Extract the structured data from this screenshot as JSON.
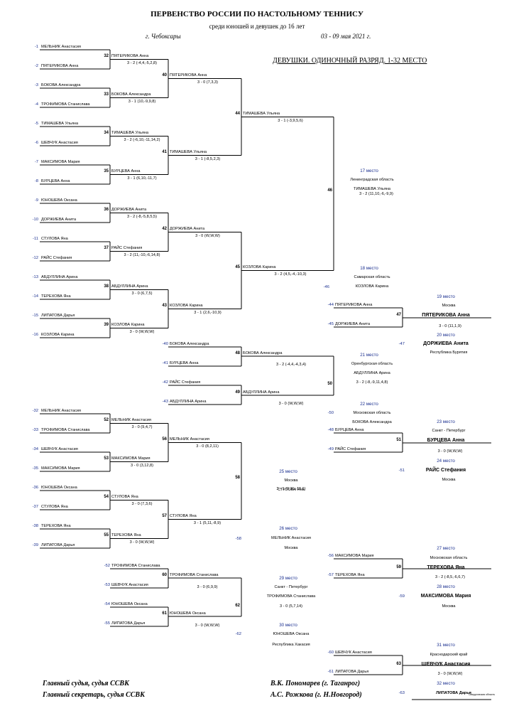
{
  "header": {
    "title": "ПЕРВЕНСТВО РОССИИ ПО НАСТОЛЬНОМУ ТЕННИСУ",
    "subtitle": "среди юношей и девушек до 16 лет",
    "city": "г. Чебоксары",
    "dates": "03 - 09 мая 2021 г.",
    "event": "ДЕВУШКИ. ОДИНОЧНЫЙ РАЗРЯД. 1-32 МЕСТО"
  },
  "seeds": [
    {
      "num": "-1",
      "name": "МЕЛЬНИК Анастасия"
    },
    {
      "num": "-2",
      "name": "ПЯТЕРИКОВА Анна"
    },
    {
      "num": "-3",
      "name": "БОКОВА Александра"
    },
    {
      "num": "-4",
      "name": "ТРОФИМОВА Станислава"
    },
    {
      "num": "-5",
      "name": "ТИМАШЕВА Ульяна"
    },
    {
      "num": "-6",
      "name": "ШЕВЧУК Анастасия"
    },
    {
      "num": "-7",
      "name": "МАКСИМОВА Мария"
    },
    {
      "num": "-8",
      "name": "БУРЦЕВА Анна"
    },
    {
      "num": "-9",
      "name": "ЮНОШЕВА Оксана"
    },
    {
      "num": "-10",
      "name": "ДОРЖИЕВА Анита"
    },
    {
      "num": "-11",
      "name": "СТУЛОВА Яна"
    },
    {
      "num": "-12",
      "name": "РАЙС Стефания"
    },
    {
      "num": "-13",
      "name": "АБДУЛЛИНА Арина"
    },
    {
      "num": "-14",
      "name": "ТЕРЕХОВА Яна"
    },
    {
      "num": "-15",
      "name": "ЛИПАТОВА Дарья"
    },
    {
      "num": "-16",
      "name": "КОЗЛОВА Карина"
    }
  ],
  "matches": [
    {
      "num": "32",
      "winner": "ПЯТЕРИКОВА Анна",
      "score": "3 - 2 (-4,4,-5,2,8)"
    },
    {
      "num": "33",
      "winner": "БОКОВА Александра",
      "score": "3 - 1 (10,-9,9,8)"
    },
    {
      "num": "34",
      "winner": "ТИМАШЕВА Ульяна",
      "score": "3 - 2 (-6,10,-11,14,2)"
    },
    {
      "num": "35",
      "winner": "БУРЦЕВА Анна",
      "score": "3 - 1 (6,10,-11,7)"
    },
    {
      "num": "36",
      "winner": "ДОРЖИЕВА Анита",
      "score": "3 - 2 (-8,-5,8,5,5)"
    },
    {
      "num": "37",
      "winner": "РАЙС Стефания",
      "score": "3 - 2 (11,-10,-6,14,8)"
    },
    {
      "num": "38",
      "winner": "АБДУЛЛИНА Арина",
      "score": "3 - 0 (6,7,5)"
    },
    {
      "num": "39",
      "winner": "КОЗЛОВА Карина",
      "score": "3 - 0 (W,W,W)"
    },
    {
      "num": "40",
      "winner": "ПЯТЕРИКОВА Анна",
      "score": "3 - 0 (7,3,3)"
    },
    {
      "num": "41",
      "winner": "ТИМАШЕВА Ульяна",
      "score": "3 - 1 (-8,5,2,3)"
    },
    {
      "num": "42",
      "winner": "ДОРЖИЕВА Анита",
      "score": "3 - 0 (W,W,W)"
    },
    {
      "num": "43",
      "winner": "КОЗЛОВА Карина",
      "score": "3 - 1 (2,6,-10,9)"
    },
    {
      "num": "44",
      "winner": "ТИМАШЕВА Ульяна",
      "score": "3 - 1 (-3,9,5,6)"
    },
    {
      "num": "45",
      "winner": "КОЗЛОВА Карина",
      "score": "3 - 2 (4,5,-4,-10,3)"
    },
    {
      "num": "46",
      "score": "3 - 2 (11,10,-6,-9,9)"
    },
    {
      "num": "47",
      "score": "3 - 0 (11,1,9)"
    },
    {
      "num": "48",
      "winner": "БОКОВА Александра",
      "score": "3 - 2 (-4,4,-4,3,4)"
    },
    {
      "num": "49",
      "winner": "АБДУЛЛИНА Арина",
      "score": "3 - 0 (W,W,W)"
    },
    {
      "num": "50",
      "score": "3 - 2 (-8,-9,11,4,8)"
    },
    {
      "num": "51",
      "score": "3 - 0 (W,W,W)"
    },
    {
      "num": "52",
      "winner": "МЕЛЬНИК Анастасия",
      "score": "3 - 0 (9,4,7)"
    },
    {
      "num": "53",
      "winner": "МАКСИМОВА Мария",
      "score": "3 - 0 (3,12,8)"
    },
    {
      "num": "54",
      "winner": "СТУЛОВА Яна",
      "score": "3 - 0 (7,3,6)"
    },
    {
      "num": "55",
      "winner": "ТЕРЕХОВА Яна",
      "score": "3 - 0 (W,W,W)"
    },
    {
      "num": "56",
      "winner": "МЕЛЬНИК Анастасия",
      "score": "3 - 0 (8,2,11)"
    },
    {
      "num": "57",
      "winner": "СТУЛОВА Яна",
      "score": "3 - 1 (5,11,-8,9)"
    },
    {
      "num": "58",
      "score": "3 - 1 (9,11,-10,6)"
    },
    {
      "num": "59",
      "score": "3 - 2 (-8,5,-6,6,7)"
    },
    {
      "num": "60",
      "winner": "ТРОФИМОВА Станислава",
      "score": "3 - 0 (6,9,9)"
    },
    {
      "num": "61",
      "winner": "ЮНОШЕВА Оксана",
      "score": "3 - 0 (W,W,W)"
    },
    {
      "num": "62",
      "score": "3 - 0 (5,7,14)"
    },
    {
      "num": "63",
      "score": "3 - 0 (W,W,W)"
    }
  ],
  "losers": {
    "m46": [
      {
        "num": "-40",
        "name": "БОКОВА Александра"
      },
      {
        "num": "-41",
        "name": "БУРЦЕВА Анна"
      },
      {
        "num": "-42",
        "name": "РАЙС Стефания"
      },
      {
        "num": "-43",
        "name": "АБДУЛЛИНА Арина"
      }
    ],
    "m44": [
      {
        "num": "-44",
        "name": "ПЯТЕРИКОВА Анна"
      },
      {
        "num": "-45",
        "name": "ДОРЖИЕВА Анита"
      }
    ],
    "m46l": {
      "num": "-46"
    },
    "m47l": {
      "num": "-47"
    },
    "r1": [
      {
        "num": "-32",
        "name": "МЕЛЬНИК Анастасия"
      },
      {
        "num": "-33",
        "name": "ТРОФИМОВА Станислава"
      },
      {
        "num": "-34",
        "name": "ШЕВЧУК Анастасия"
      },
      {
        "num": "-35",
        "name": "МАКСИМОВА Мария"
      },
      {
        "num": "-36",
        "name": "ЮНОШЕВА Оксана"
      },
      {
        "num": "-37",
        "name": "СТУЛОВА Яна"
      },
      {
        "num": "-38",
        "name": "ТЕРЕХОВА Яна"
      },
      {
        "num": "-39",
        "name": "ЛИПАТОВА Дарья"
      }
    ],
    "m48": [
      {
        "num": "-48",
        "name": "БУРЦЕВА Анна"
      },
      {
        "num": "-49",
        "name": "РАЙС Стефания"
      }
    ],
    "m50l": {
      "num": "-50"
    },
    "m51l": {
      "num": "-51"
    },
    "r2": [
      {
        "num": "-52",
        "name": "ТРОФИМОВА Станислава"
      },
      {
        "num": "-53",
        "name": "ШЕВЧУК Анастасия"
      },
      {
        "num": "-54",
        "name": "ЮНОШЕВА Оксана"
      },
      {
        "num": "-55",
        "name": "ЛИПАТОВА Дарья"
      }
    ],
    "m56": [
      {
        "num": "-56",
        "name": "МАКСИМОВА Мария"
      },
      {
        "num": "-57",
        "name": "ТЕРЕХОВА Яна"
      }
    ],
    "m58l": {
      "num": "-58"
    },
    "m59l": {
      "num": "-59"
    },
    "m60": [
      {
        "num": "-60",
        "name": "ШЕВЧУК Анастасия"
      },
      {
        "num": "-61",
        "name": "ЛИПАТОВА Дарья"
      }
    ],
    "m62l": {
      "num": "-62"
    },
    "m63l": {
      "num": "-63"
    }
  },
  "places": {
    "p17": {
      "label": "17 место",
      "region": "Ленинградская область",
      "name": "ТИМАШЕВА Ульяна"
    },
    "p18": {
      "label": "18 место",
      "region": "Самарская область",
      "name": "КОЗЛОВА Карина"
    },
    "p19": {
      "label": "19 место",
      "region": "Москва",
      "name": "ПЯТЕРИКОВА Анна"
    },
    "p20": {
      "label": "20 место",
      "region": "Республика Бурятия",
      "name": "ДОРЖИЕВА Анита"
    },
    "p21": {
      "label": "21 место",
      "region": "Оренбургская область",
      "name": "АБДУЛЛИНА Арина"
    },
    "p22": {
      "label": "22 место",
      "region": "Московская область",
      "name": "БОКОВА Александра"
    },
    "p23": {
      "label": "23 место",
      "region": "Санкт - Петербург",
      "name": "БУРЦЕВА Анна"
    },
    "p24": {
      "label": "24 место",
      "region": "Москва",
      "name": "РАЙС Стефания"
    },
    "p25": {
      "label": "25 место",
      "region": "Москва",
      "name": "СТУЛОВА Яна"
    },
    "p26": {
      "label": "26 место",
      "region": "Москва",
      "name": "МЕЛЬНИК Анастасия"
    },
    "p27": {
      "label": "27 место",
      "region": "Московская область",
      "name": "ТЕРЕХОВА Яна"
    },
    "p28": {
      "label": "28 место",
      "region": "Москва",
      "name": "МАКСИМОВА Мария"
    },
    "p29": {
      "label": "29 место",
      "region": "Санкт - Петербург",
      "name": "ТРОФИМОВА Станислава"
    },
    "p30": {
      "label": "30 место",
      "region": "Республика Хакасия",
      "name": "ЮНОШЕВА Оксана"
    },
    "p31": {
      "label": "31 место",
      "region": "Краснодарский край",
      "name": "ШЕВЧУК Анастасия"
    },
    "p32": {
      "label": "32 место",
      "region": "Свердловская область",
      "name": "ЛИПАТОВА Дарья"
    }
  },
  "footer": {
    "judge_title": "Главный судья, судья ССВК",
    "judge_name": "В.К. Пономарев (г. Таганрог)",
    "secretary_title": "Главный секретарь, судья ССВК",
    "secretary_name": "А.С. Рожкова (г. Н.Новгород)"
  }
}
